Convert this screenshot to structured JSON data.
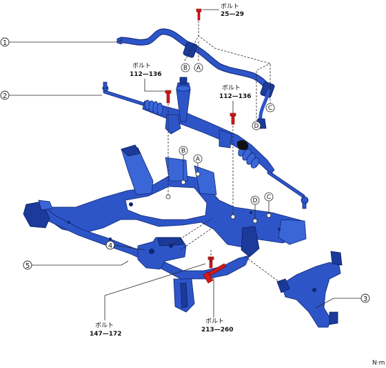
{
  "bolts": {
    "top": {
      "label": "ボルト",
      "torque": "25—29"
    },
    "left": {
      "label": "ボルト",
      "torque": "112—136"
    },
    "right": {
      "label": "ボルト",
      "torque": "112—136"
    },
    "bottom_left": {
      "label": "ボルト",
      "torque": "147—172"
    },
    "bottom_right": {
      "label": "ボルト",
      "torque": "213—260"
    }
  },
  "callouts": {
    "c1": "1",
    "c2": "2",
    "c3": "3",
    "c4": "4",
    "c5": "5"
  },
  "letters": {
    "A": "A",
    "B": "B",
    "C": "C",
    "D": "D"
  },
  "unit": "N·m",
  "parts": [
    "stabilizer-bar",
    "steering-gear",
    "lower-arm",
    "bracket",
    "front-crossmember"
  ],
  "colors": {
    "part_blue": "#2d55c8",
    "bolt_red": "#d11a1a"
  }
}
